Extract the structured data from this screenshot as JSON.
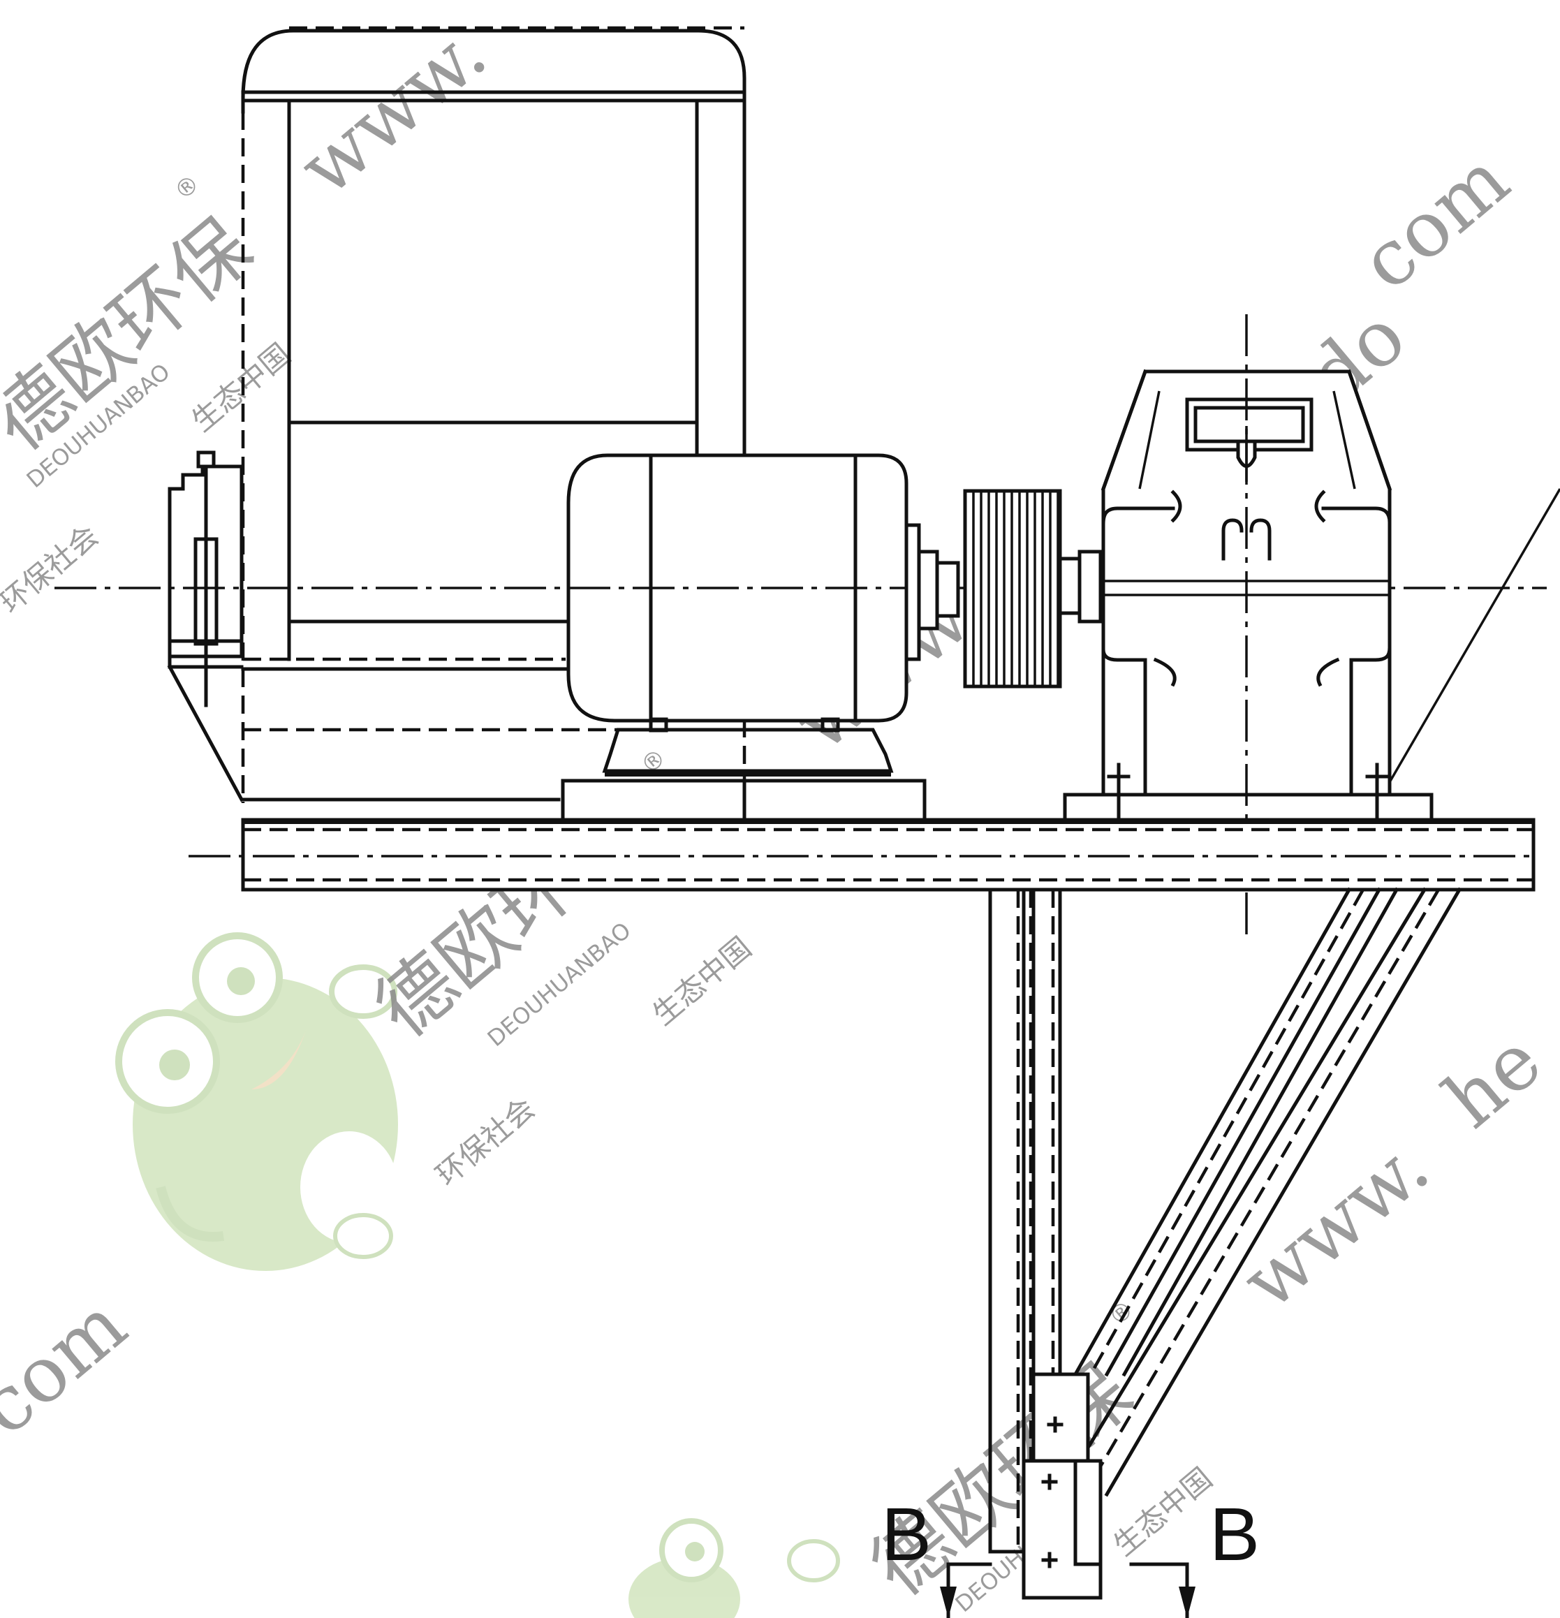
{
  "labels": {
    "section_left": "B",
    "section_right": "B"
  },
  "watermarks": {
    "brand_cn": "德欧环保",
    "brand_en": "DEOUHUANBAO",
    "registered": "®",
    "slogan_1": "生态中国",
    "slogan_2": "环保社会",
    "url_prefix": "www.",
    "url_fragment": "hebeido",
    "url_suffix": "com",
    "url_fragment_short": "he"
  },
  "colors": {
    "line": "#111111",
    "watermark_text": "#8a8a8a",
    "frog_green": "#b9d79a"
  }
}
